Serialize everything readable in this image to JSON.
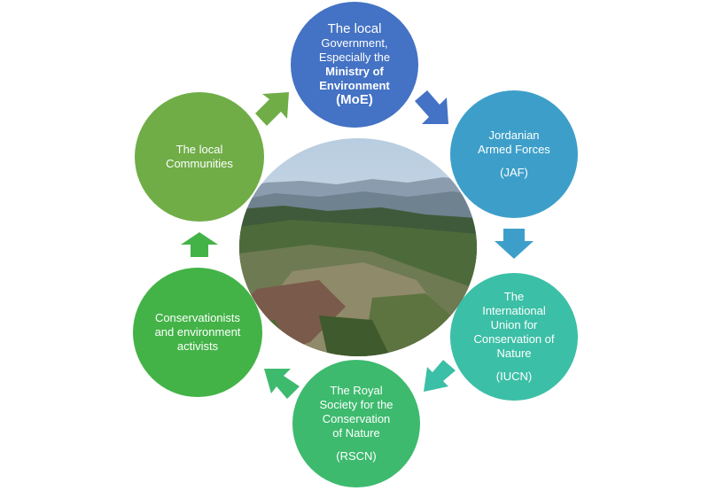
{
  "nodes": {
    "moe": {
      "line1": "The local",
      "line2": "Government,",
      "line3": "Especially the",
      "line4": "Ministry of",
      "line5": "Environment",
      "line6": "(MoE)",
      "color": "#4472C4"
    },
    "jaf": {
      "line1": "Jordanian",
      "line2": "Armed Forces",
      "line3": "(JAF)",
      "color": "#3D9FC9"
    },
    "iucn": {
      "line1": "The",
      "line2": "International",
      "line3": "Union for",
      "line4": "Conservation of",
      "line5": "Nature",
      "line6": "(IUCN)",
      "color": "#3BBFA6"
    },
    "rscn": {
      "line1": "The Royal",
      "line2": "Society for the",
      "line3": "Conservation",
      "line4": "of Nature",
      "line5": "(RSCN)",
      "color": "#3DBA6E"
    },
    "activists": {
      "line1": "Conservationists",
      "line2": "and environment",
      "line3": "activists",
      "color": "#43B347"
    },
    "communities": {
      "line1": "The local",
      "line2": "Communities",
      "color": "#70AD47"
    }
  },
  "center": {
    "image": "forest-landscape-photo"
  }
}
